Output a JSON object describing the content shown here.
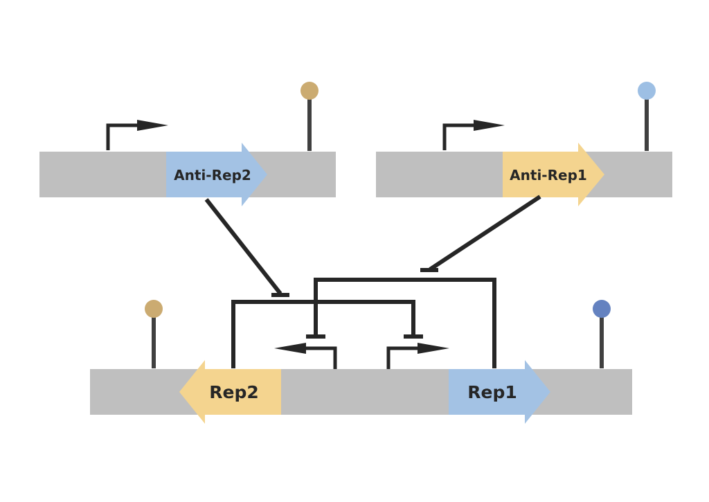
{
  "genes": {
    "anti_rep2": {
      "label": "Anti-Rep2",
      "color": "#a3c2e4"
    },
    "anti_rep1": {
      "label": "Anti-Rep1",
      "color": "#f4d48f"
    },
    "rep2": {
      "label": "Rep2",
      "color": "#f4d48f"
    },
    "rep1": {
      "label": "Rep1",
      "color": "#a3c2e4"
    }
  },
  "colors": {
    "dna_backbone": "#bfbfbf",
    "line": "#262626",
    "stem": "#404040",
    "terminator_tan": "#cbab71",
    "terminator_light_blue": "#9dbfe4",
    "terminator_dark_blue": "#6482c0"
  },
  "icons": {
    "promoter": "promoter-arrow-icon",
    "terminator": "terminator-lollipop-icon",
    "repression": "repression-tbar-icon"
  }
}
